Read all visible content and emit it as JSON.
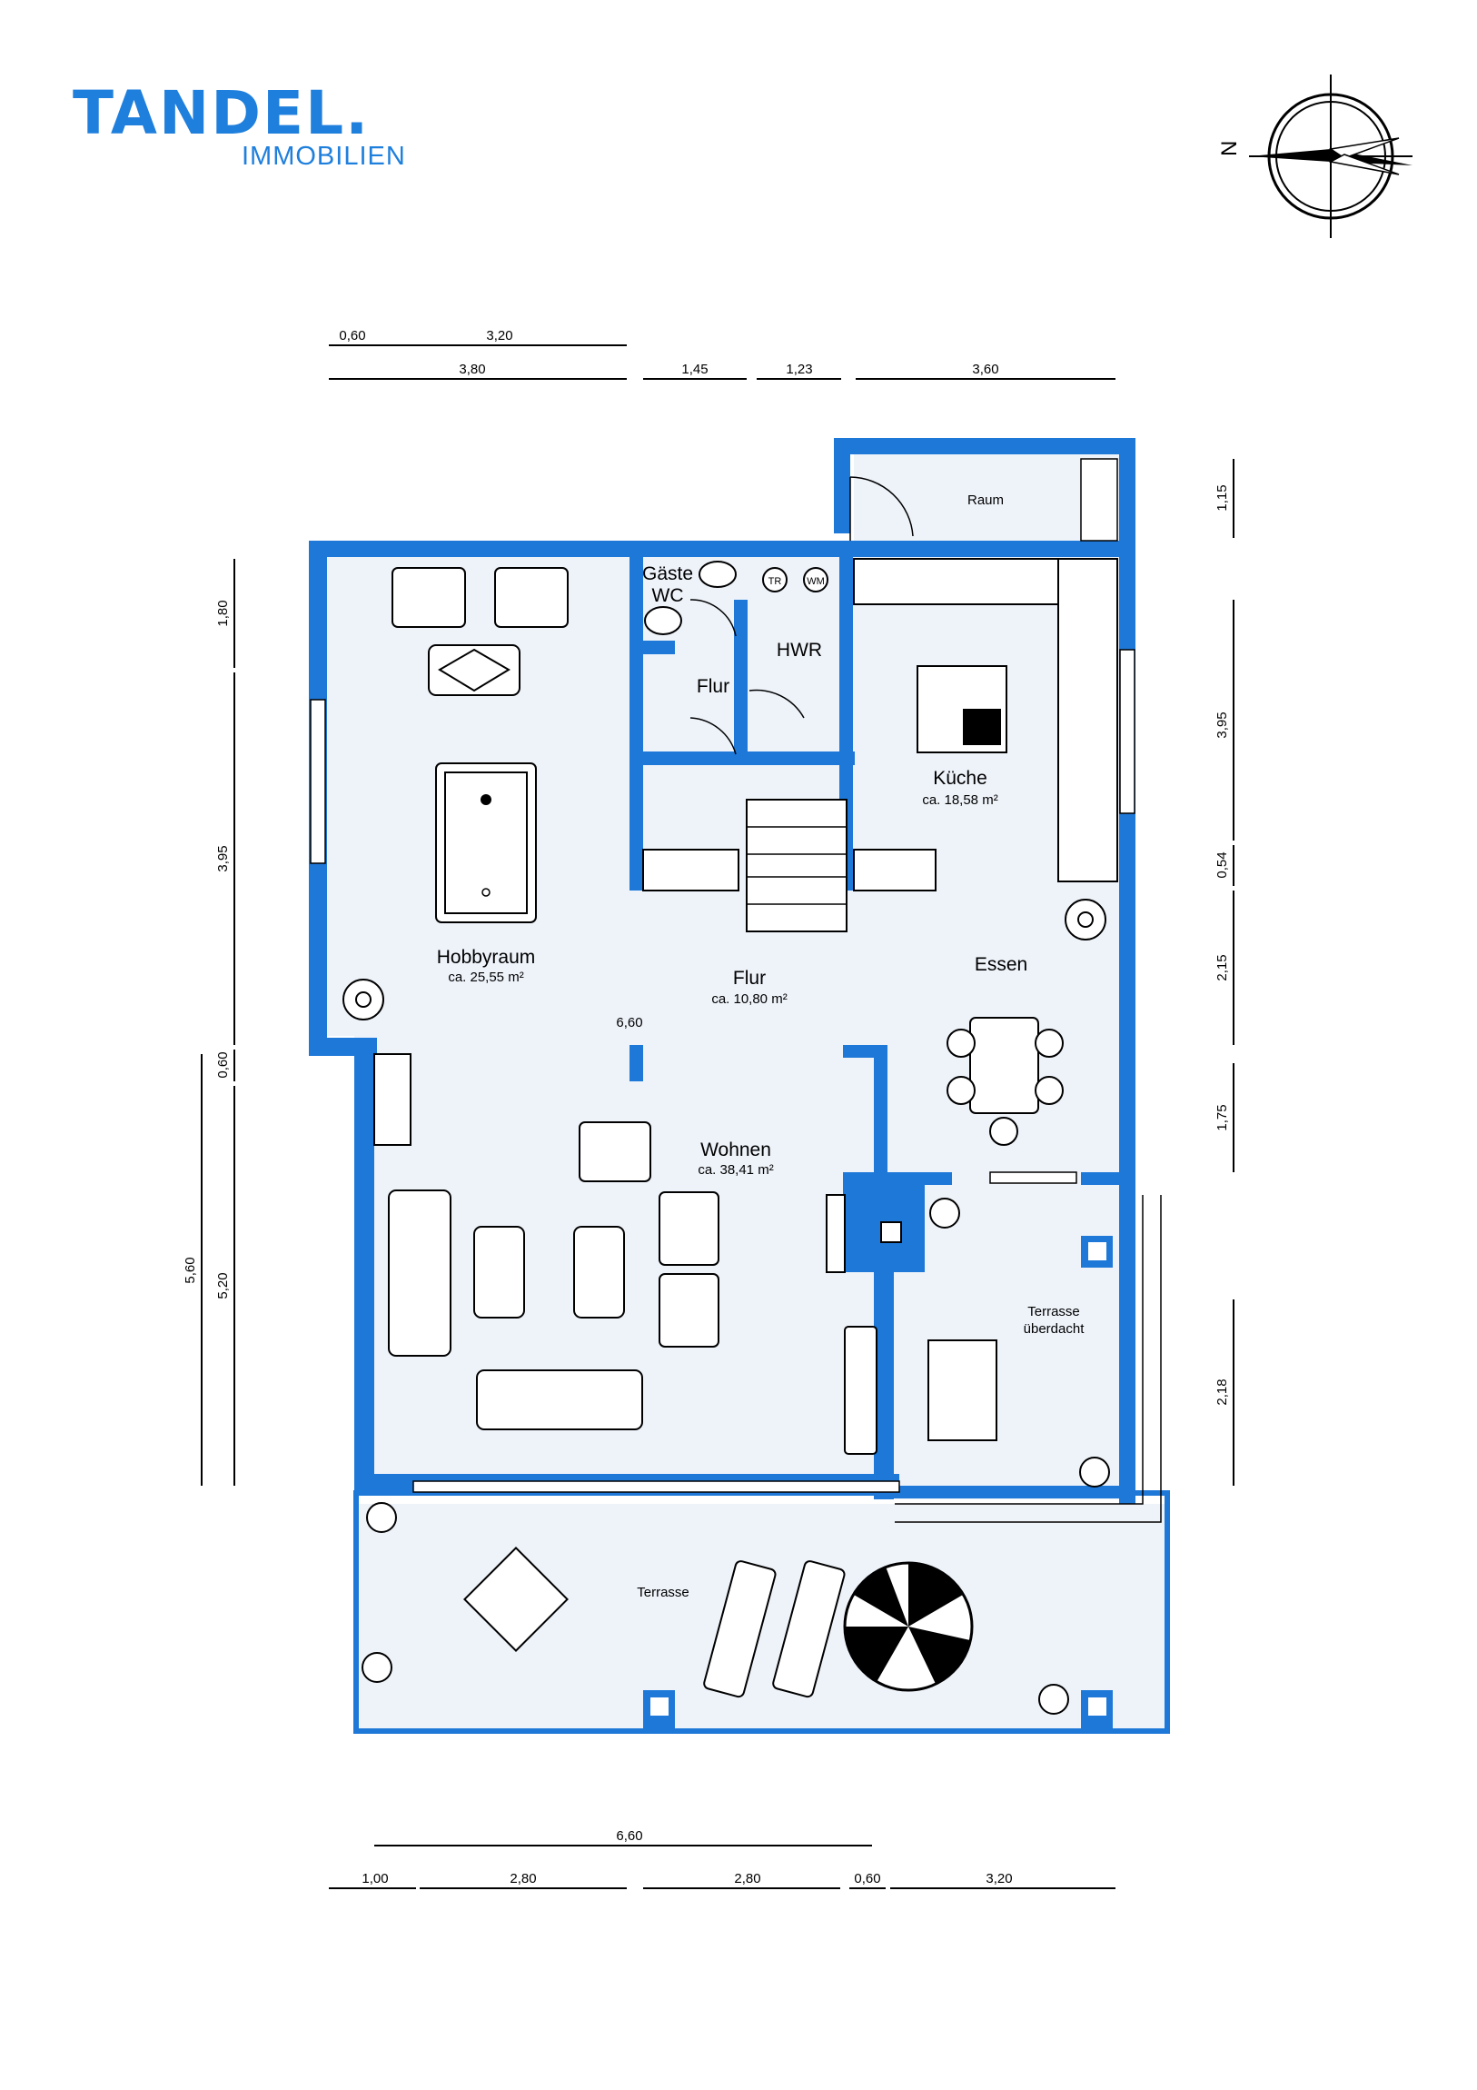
{
  "brand": {
    "name": "TANDEL.",
    "sub": "IMMOBILIEN"
  },
  "compass": {
    "north_label": "N"
  },
  "rooms": {
    "raum": {
      "name": "Raum"
    },
    "gaeste_wc": {
      "name_line1": "Gäste",
      "name_line2": "WC"
    },
    "hwr": {
      "name": "HWR"
    },
    "flur_small": {
      "name": "Flur"
    },
    "kueche": {
      "name": "Küche",
      "area": "ca. 18,58 m²"
    },
    "hobbyraum": {
      "name": "Hobbyraum",
      "area": "ca. 25,55 m²"
    },
    "flur": {
      "name": "Flur",
      "area": "ca. 10,80 m²"
    },
    "essen": {
      "name": "Essen"
    },
    "wohnen": {
      "name": "Wohnen",
      "area": "ca. 38,41 m²"
    },
    "terrasse_ueberdacht": {
      "line1": "Terrasse",
      "line2": "überdacht"
    },
    "terrasse": {
      "name": "Terrasse"
    },
    "appliance_tr": "TR",
    "appliance_wm": "WM"
  },
  "dimensions": {
    "top_row1": [
      "0,60",
      "3,20"
    ],
    "top_row2": [
      "3,80",
      "1,45",
      "1,23",
      "3,60"
    ],
    "bottom_row1": [
      "6,60"
    ],
    "bottom_row2": [
      "1,00",
      "2,80",
      "2,80",
      "0,60",
      "3,20"
    ],
    "left_inner": [
      "1,80",
      "3,95",
      "0,60",
      "5,20"
    ],
    "left_outer": [
      "5,60"
    ],
    "right": [
      "1,15",
      "3,95",
      "0,54",
      "2,15",
      "1,75",
      "2,18"
    ],
    "interior": "6,60"
  },
  "colors": {
    "wall": "#1e78d8",
    "floor": "#eef3fa",
    "brand": "#1f7fdc"
  }
}
